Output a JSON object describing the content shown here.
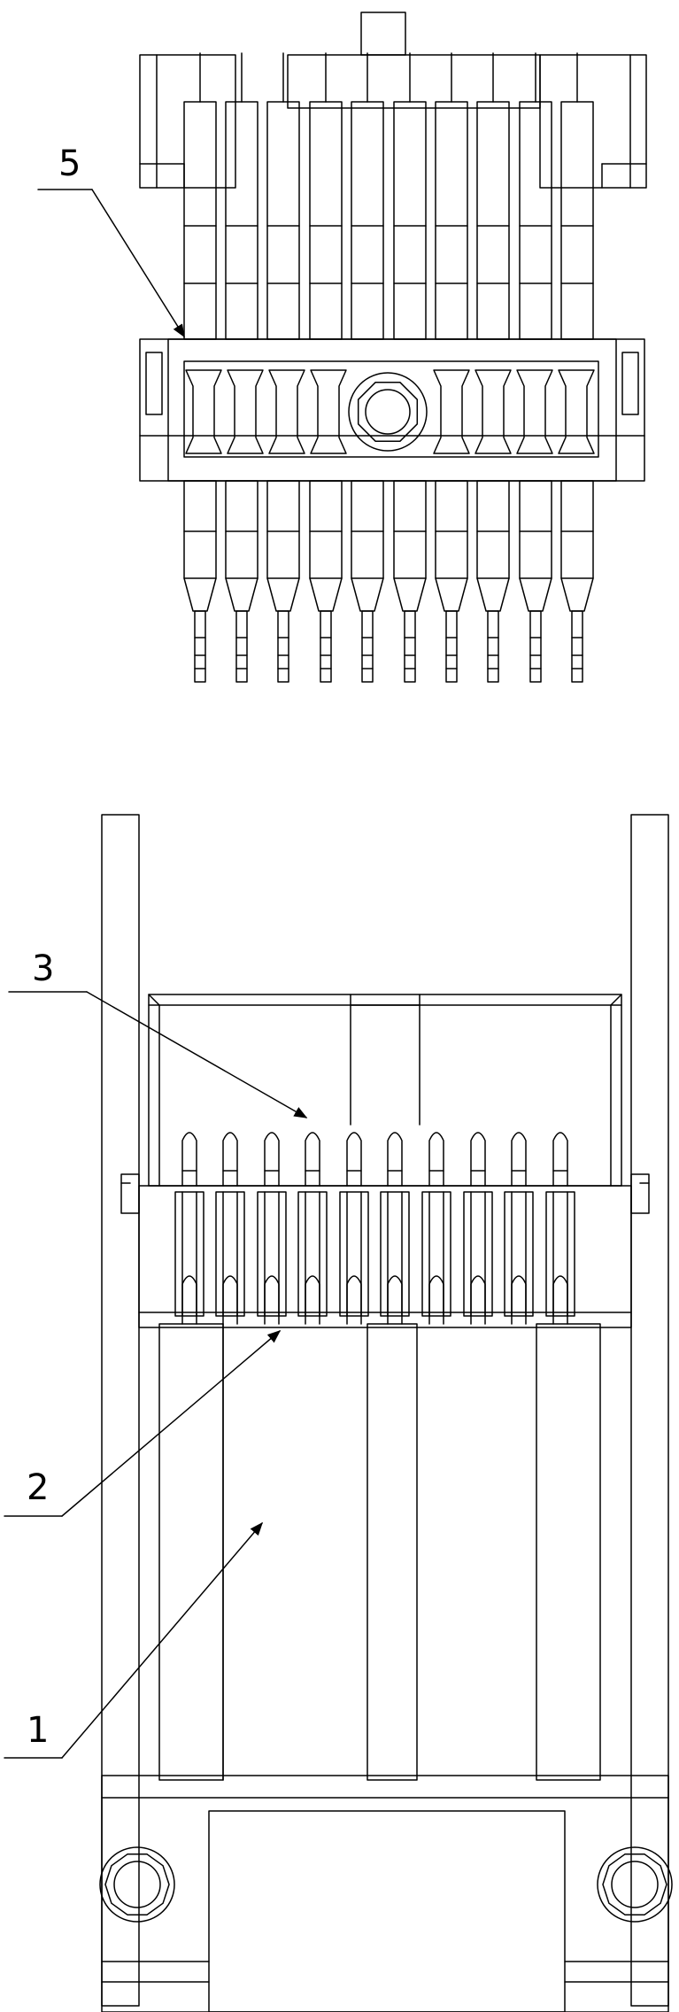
{
  "labels": {
    "label_5": "5",
    "label_3": "3",
    "label_2": "2",
    "label_1": "1"
  },
  "colors": {
    "line": "#000000",
    "background": "#ffffff"
  }
}
